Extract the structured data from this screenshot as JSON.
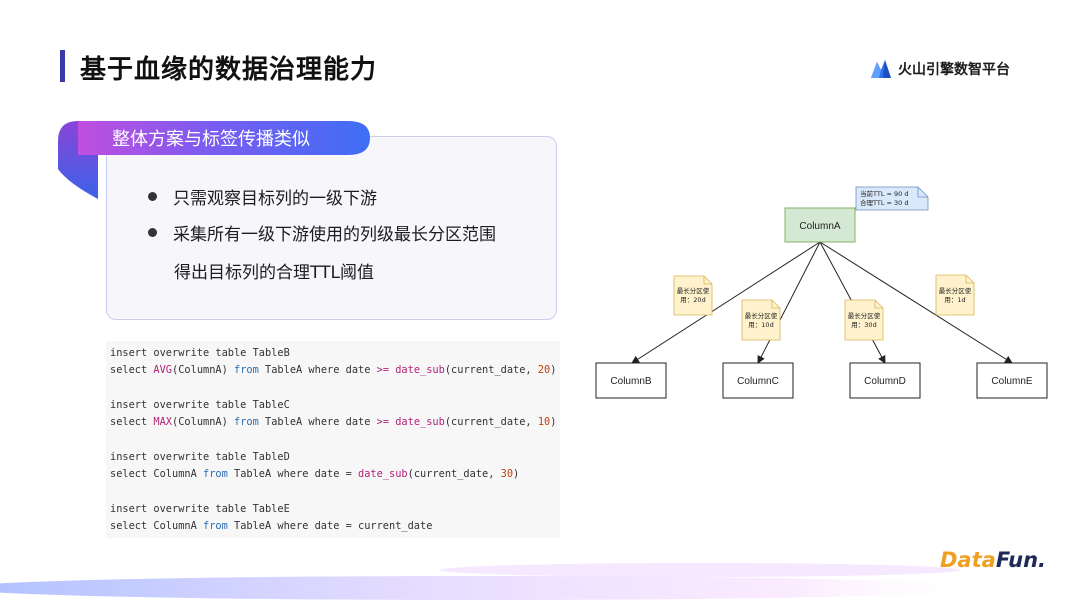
{
  "header": {
    "title": "基于血缘的数据治理能力",
    "brand": "火山引擎数智平台"
  },
  "card": {
    "ribbon_label": "整体方案与标签传播类似",
    "bullets": [
      "只需观察目标列的一级下游",
      "采集所有一级下游使用的列级最长分区范围"
    ],
    "bullet_continuation": "得出目标列的合理TTL阈值"
  },
  "code": {
    "blocks": [
      {
        "line1": "insert overwrite table TableB",
        "line2": {
          "p1": "select ",
          "fn1": "AVG",
          "p2": "(ColumnA) ",
          "kw": "from",
          "p3": " TableA where date ",
          "op": ">=",
          "p4": " ",
          "fn2": "date_sub",
          "p5": "(current_date, ",
          "num": "20",
          "p6": ")"
        }
      },
      {
        "line1": "insert overwrite table TableC",
        "line2": {
          "p1": "select ",
          "fn1": "MAX",
          "p2": "(ColumnA) ",
          "kw": "from",
          "p3": " TableA where date ",
          "op": ">=",
          "p4": " ",
          "fn2": "date_sub",
          "p5": "(current_date, ",
          "num": "10",
          "p6": ")"
        }
      },
      {
        "line1": "insert overwrite table TableD",
        "line2": {
          "p1": "select ColumnA ",
          "kw": "from",
          "p3": " TableA where date ",
          "op": "=",
          "p4": " ",
          "fn2": "date_sub",
          "p5": "(current_date, ",
          "num": "30",
          "p6": ")"
        }
      },
      {
        "line1": "insert overwrite table TableE",
        "line2": {
          "p1": "select ColumnA ",
          "kw": "from",
          "p3": " TableA where date = current_date"
        }
      }
    ]
  },
  "diagram": {
    "root": "ColumnA",
    "root_note": [
      "当前TTL = 90 d",
      "合理TTL = 30 d"
    ],
    "children": [
      "ColumnB",
      "ColumnC",
      "ColumnD",
      "ColumnE"
    ],
    "edge_notes": [
      [
        "最长分区使",
        "用：20d"
      ],
      [
        "最长分区使",
        "用：10d"
      ],
      [
        "最长分区使",
        "用：30d"
      ],
      [
        "最长分区使",
        "用：1d"
      ]
    ]
  },
  "footer": {
    "logo_a": "Data",
    "logo_b": "Fun."
  },
  "colors": {
    "accent": "#3a3aa8",
    "root_fill": "#d5e8d4",
    "root_stroke": "#82b366",
    "note_fill": "#fff2cc",
    "note_stroke": "#d6b656",
    "ttl_note_fill": "#dae8fc",
    "ttl_note_stroke": "#6c8ebf"
  }
}
